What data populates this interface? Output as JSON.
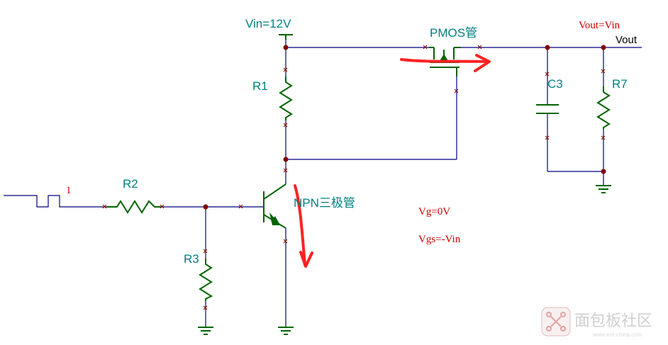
{
  "labels": {
    "vin": "Vin=12V",
    "pmos": "PMOS管",
    "vout_eq": "Vout=Vin",
    "vout": "Vout",
    "r1": "R1",
    "r2": "R2",
    "r3": "R3",
    "r7": "R7",
    "c3": "C3",
    "npn": "NPN三极管",
    "input_node": "1",
    "vg": "Vg=0V",
    "vgs": "Vgs=-Vin"
  },
  "watermark": {
    "cn": "面包板社区",
    "en": "www.eet-china.com"
  },
  "colors": {
    "wire": "#000080",
    "component": "#006400",
    "label_teal": "#008080",
    "label_red": "#cc0000",
    "annotation": "#ff2222",
    "node_dot": "#800000"
  }
}
